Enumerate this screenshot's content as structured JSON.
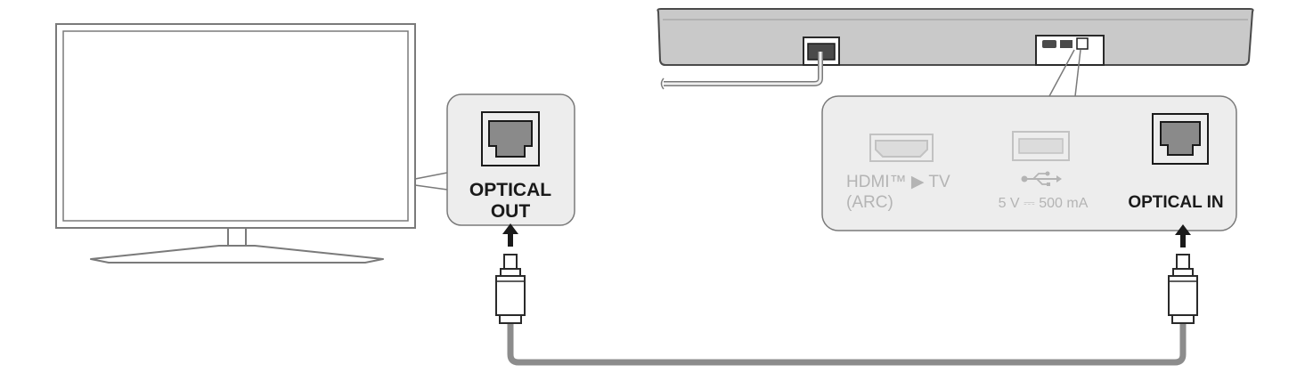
{
  "tv_port_panel": {
    "label_line1": "OPTICAL",
    "label_line2": "OUT"
  },
  "soundbar_port_panel": {
    "hdmi_label_line1": "HDMI™ ▶ TV",
    "hdmi_label_line2": "(ARC)",
    "usb_label": "5 V ⎓ 500 mA",
    "optical_label": "OPTICAL IN"
  },
  "colors": {
    "line": "#7a7a7a",
    "dark": "#1a1a1a",
    "panel_fill": "#ededed",
    "soundbar_fill": "#c9c9c9",
    "port_inactive": "#c2c2c2",
    "text_inactive": "#b4b4b4",
    "cable": "#8c8c8c"
  },
  "icons": [
    "tv-icon",
    "soundbar-icon",
    "optical-port-icon",
    "hdmi-port-icon",
    "usb-port-icon",
    "usb-symbol-icon",
    "optical-plug-icon",
    "arrow-up-icon"
  ]
}
